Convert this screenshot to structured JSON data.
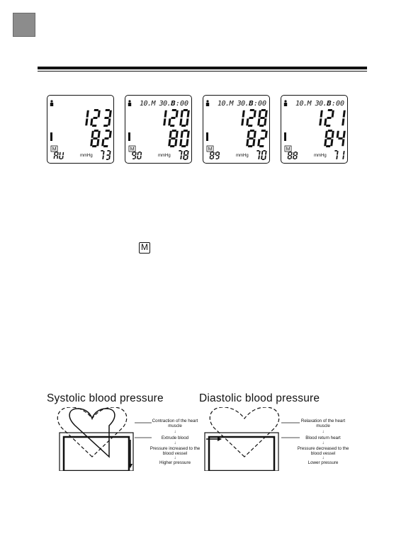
{
  "panels": [
    {
      "time": "",
      "clock": "",
      "sys": "123",
      "dia": "82",
      "mem": "AU",
      "pulse": "73",
      "unit": "mmHg"
    },
    {
      "time": "10.M 30.D",
      "clock": "8:00",
      "sys": "120",
      "dia": "80",
      "mem": "90",
      "pulse": "78",
      "unit": "mmHg"
    },
    {
      "time": "10.M 30.D",
      "clock": "8:00",
      "sys": "128",
      "dia": "82",
      "mem": "89",
      "pulse": "70",
      "unit": "mmHg"
    },
    {
      "time": "10.M 30.D",
      "clock": "8:00",
      "sys": "121",
      "dia": "84",
      "mem": "88",
      "pulse": "71",
      "unit": "mmHg"
    }
  ],
  "memory_icon_label": "M",
  "systolic": {
    "title": "Systolic blood pressure",
    "steps": [
      "Contraction of the heart muscle",
      "Extrude blood",
      "Pressure increased to the blood vessel",
      "Higher pressure"
    ]
  },
  "diastolic": {
    "title": "Diastolic blood pressure",
    "steps": [
      "Relaxation of the heart muscle",
      "Blood return heart",
      "Pressure decreased to the blood vessel",
      "Lower pressure"
    ]
  }
}
